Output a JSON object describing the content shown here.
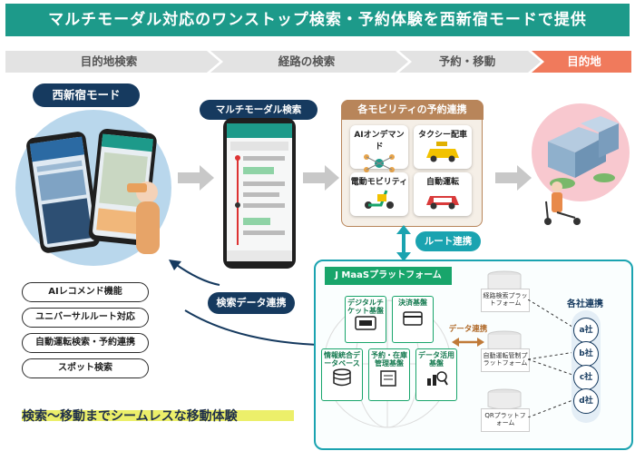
{
  "title": "マルチモーダル対応のワンストップ検索・予約体験を西新宿モードで提供",
  "steps": [
    "目的地検索",
    "経路の検索",
    "予約・移動",
    "目的地"
  ],
  "left": {
    "mode_label": "西新宿モード",
    "features": [
      "AIレコメンド機能",
      "ユニバーサルルート対応",
      "自動運転検索・予約連携",
      "スポット検索"
    ],
    "tagline": "検索〜移動までシームレスな移動体験"
  },
  "center": {
    "search_label": "マルチモーダル検索",
    "search_data_label": "検索データ連携"
  },
  "reservation": {
    "label": "各モビリティの予約連携",
    "cards": [
      "AIオンデマンド",
      "タクシー配車",
      "電動モビリティ",
      "自動運転"
    ]
  },
  "route_label": "ルート連携",
  "platform": {
    "label": "J MaaSプラットフォーム",
    "modules": [
      "デジタルチケット基盤",
      "決済基盤",
      "情報統合データベース",
      "予約・在庫管理基盤",
      "データ活用基盤"
    ],
    "data_link_label": "データ連携",
    "sub_platforms": [
      "経路検索プラットフォーム",
      "自動運転管制プラットフォーム",
      "QRプラットフォーム"
    ]
  },
  "companies": {
    "label": "各社連携",
    "items": [
      "a社",
      "b社",
      "c社",
      "d社"
    ]
  },
  "colors": {
    "teal": "#1d9a8a",
    "navy": "#163a5f",
    "brown": "#b8855a",
    "green": "#18a56b",
    "coral": "#f07a5c"
  }
}
